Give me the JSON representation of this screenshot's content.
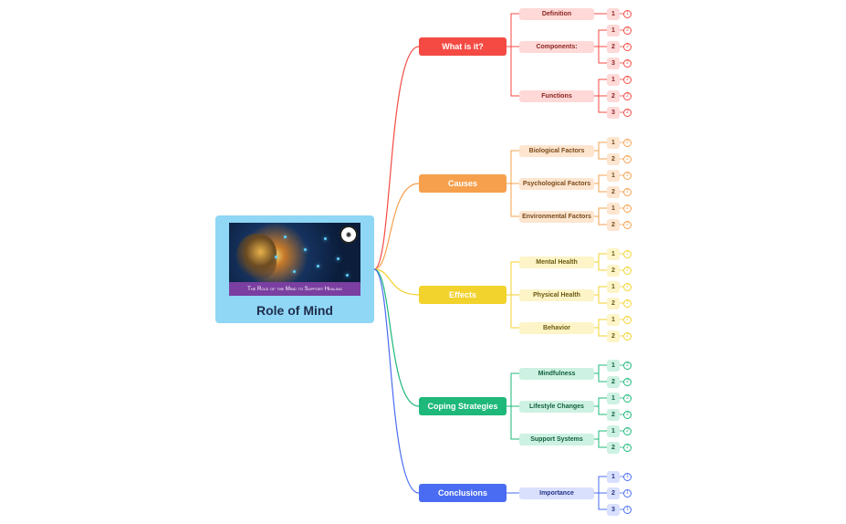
{
  "root": {
    "title": "Role of Mind",
    "image_caption": "The Role of the Mind to Support Healing"
  },
  "branches": [
    {
      "label": "What is it?",
      "color": "#f44a43",
      "light": "#fed9d7",
      "text": "#8a2522",
      "subs": [
        {
          "label": "Definition",
          "leaves": [
            {
              "num": "1",
              "mark": "1"
            }
          ]
        },
        {
          "label": "Components:",
          "leaves": [
            {
              "num": "1",
              "mark": "2"
            },
            {
              "num": "2",
              "mark": "2"
            },
            {
              "num": "3",
              "mark": "2"
            }
          ]
        },
        {
          "label": "Functions",
          "leaves": [
            {
              "num": "1",
              "mark": "2"
            },
            {
              "num": "2",
              "mark": "2"
            },
            {
              "num": "3",
              "mark": "2"
            }
          ]
        }
      ]
    },
    {
      "label": "Causes",
      "color": "#f6a04d",
      "light": "#fde5cf",
      "text": "#7a4a1a",
      "subs": [
        {
          "label": "Biological Factors",
          "leaves": [
            {
              "num": "1",
              "mark": "2"
            },
            {
              "num": "2",
              "mark": "2"
            }
          ]
        },
        {
          "label": "Psychological Factors",
          "leaves": [
            {
              "num": "1",
              "mark": "2"
            },
            {
              "num": "2",
              "mark": "2"
            }
          ]
        },
        {
          "label": "Environmental Factors",
          "leaves": [
            {
              "num": "1",
              "mark": "2"
            },
            {
              "num": "2",
              "mark": "2"
            }
          ]
        }
      ]
    },
    {
      "label": "Effects",
      "color": "#f2d22c",
      "light": "#fdf4c8",
      "text": "#6b5a10",
      "subs": [
        {
          "label": "Mental Health",
          "leaves": [
            {
              "num": "1",
              "mark": "2"
            },
            {
              "num": "2",
              "mark": "2"
            }
          ]
        },
        {
          "label": "Physical Health",
          "leaves": [
            {
              "num": "1",
              "mark": "2"
            },
            {
              "num": "2",
              "mark": "2"
            }
          ]
        },
        {
          "label": "Behavior",
          "leaves": [
            {
              "num": "1",
              "mark": "2"
            },
            {
              "num": "2",
              "mark": "2"
            }
          ]
        }
      ]
    },
    {
      "label": "Coping Strategies",
      "color": "#1db87a",
      "light": "#cdf1e2",
      "text": "#11603f",
      "subs": [
        {
          "label": "Mindfulness",
          "leaves": [
            {
              "num": "1",
              "mark": "2"
            },
            {
              "num": "2",
              "mark": "2"
            }
          ]
        },
        {
          "label": "Lifestyle Changes",
          "leaves": [
            {
              "num": "1",
              "mark": "2"
            },
            {
              "num": "2",
              "mark": "2"
            }
          ]
        },
        {
          "label": "Support Systems",
          "leaves": [
            {
              "num": "1",
              "mark": "2"
            },
            {
              "num": "2",
              "mark": "2"
            }
          ]
        }
      ]
    },
    {
      "label": "Conclusions",
      "color": "#4a6cf2",
      "light": "#d9e0fd",
      "text": "#24348a",
      "subs": [
        {
          "label": "Importance",
          "leaves": [
            {
              "num": "1",
              "mark": "1"
            },
            {
              "num": "2",
              "mark": "1"
            },
            {
              "num": "3",
              "mark": "1"
            }
          ]
        }
      ]
    }
  ]
}
